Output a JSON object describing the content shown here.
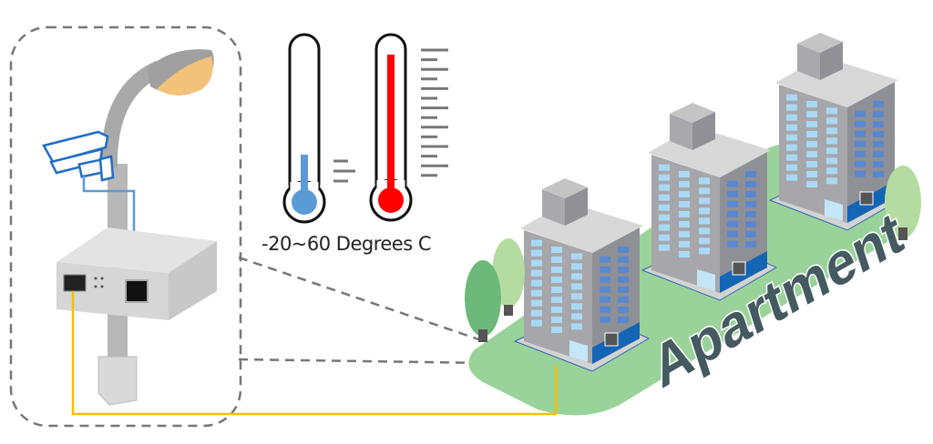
{
  "temperature": {
    "label": "-20~60 Degrees C",
    "cold_color": "#5b9bd5",
    "hot_color": "#ff0000",
    "cold_fill_fraction": 0.3,
    "hot_fill_fraction": 0.9
  },
  "area": {
    "label": "Apartment",
    "ground_color": "#9ad39a",
    "text_color": "#455a60"
  },
  "links": {
    "fiber_color": "#f5c000",
    "copper_color": "#5b9bd5"
  }
}
